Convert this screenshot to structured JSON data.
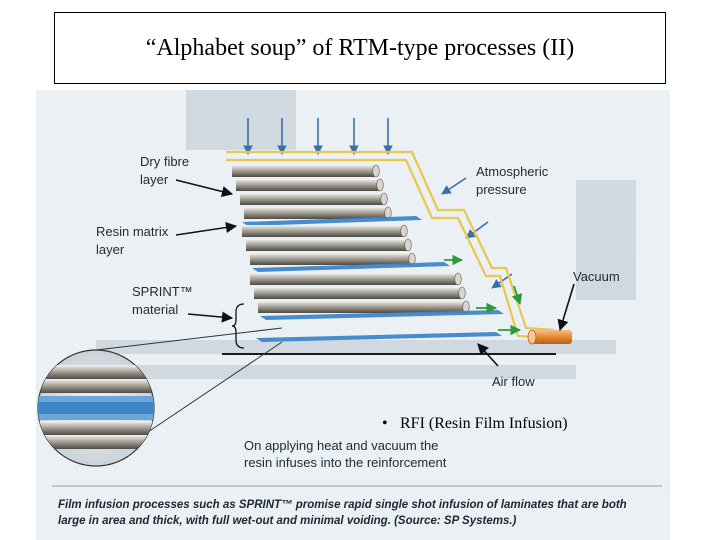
{
  "slide": {
    "title": "“Alphabet soup” of RTM-type processes (II)"
  },
  "figure": {
    "labels": {
      "dry_fibre_1": "Dry fibre",
      "dry_fibre_2": "layer",
      "resin_matrix_1": "Resin matrix",
      "resin_matrix_2": "layer",
      "sprint_1": "SPRINT™",
      "sprint_2": "material",
      "atmospheric_1": "Atmospheric",
      "atmospheric_2": "pressure",
      "vacuum": "Vacuum",
      "air_flow": "Air flow",
      "heat_1": "On applying heat and vacuum the",
      "heat_2": "resin infuses into the reinforcement"
    },
    "caption_1": "Film infusion processes such as SPRINT™ promise rapid single shot infusion of laminates that are both",
    "caption_2": "large in area and thick, with full wet-out and minimal voiding. (Source: SP Systems.)"
  },
  "bullet": {
    "marker": "•",
    "text": "RFI (Resin Film Infusion)"
  },
  "colors": {
    "figure_bg": "#eaf0f4",
    "resin_blue": "#3f86c8",
    "arrow_green": "#2e9a3a",
    "bag_yellow": "#e7c84a",
    "vacuum_orange": "#e8892e"
  }
}
